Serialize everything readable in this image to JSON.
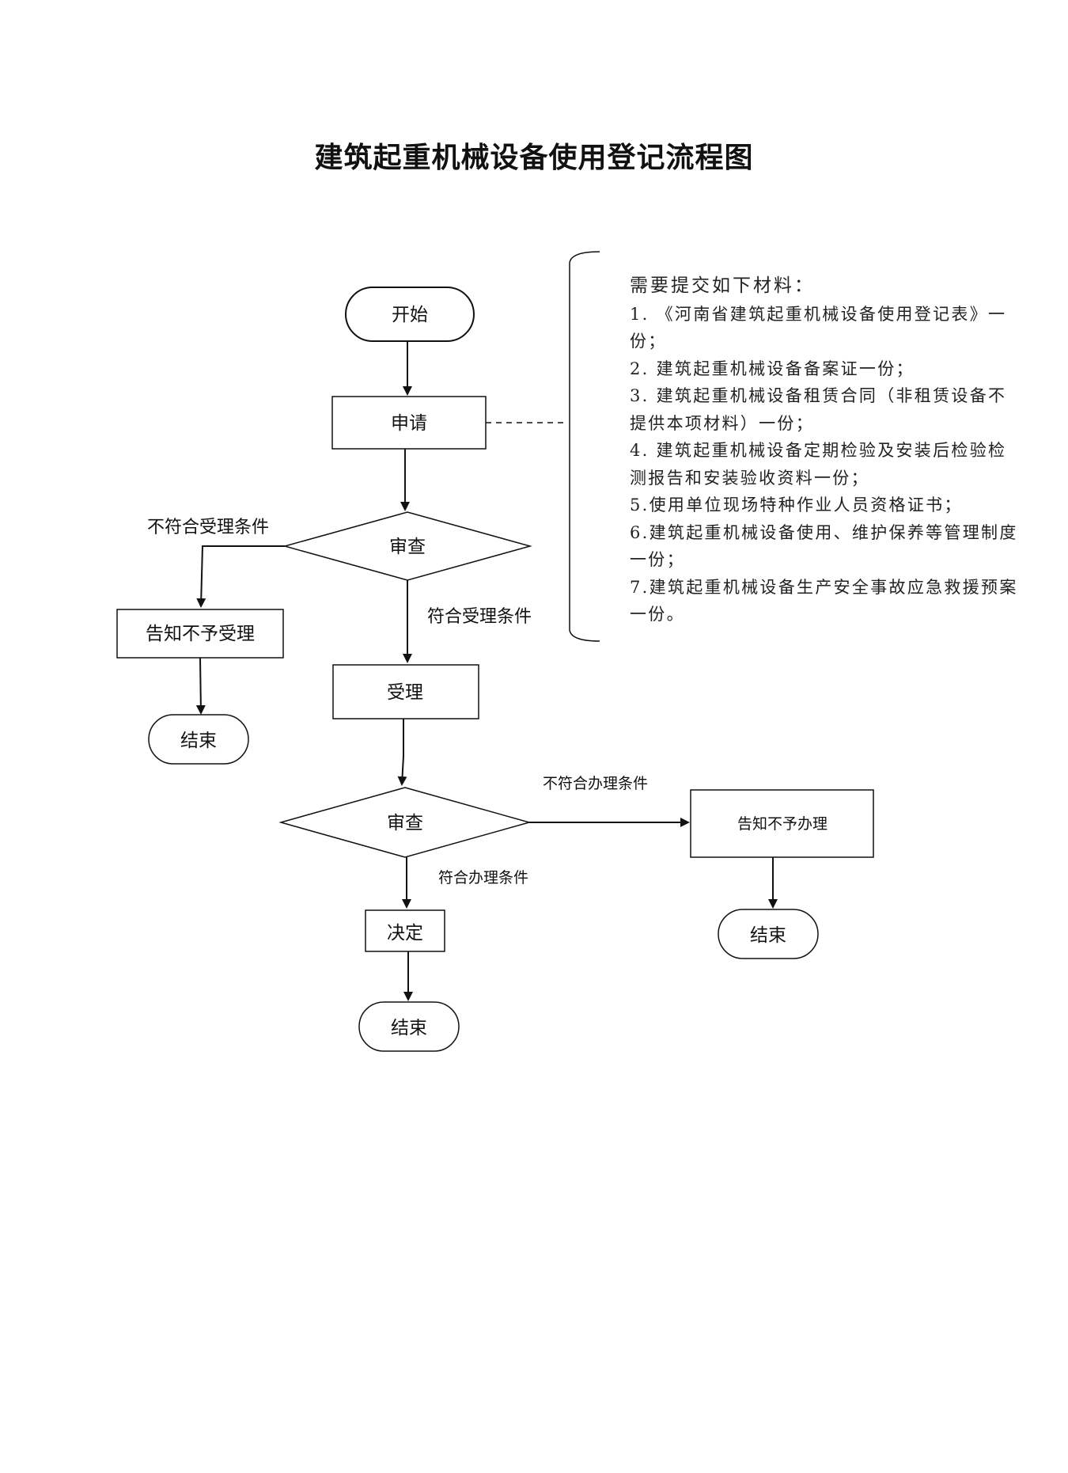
{
  "title": "建筑起重机械设备使用登记流程图",
  "nodes": {
    "start": "开始",
    "apply": "申请",
    "review1": "审查",
    "reject1": "告知不予受理",
    "end1": "结束",
    "accept": "受理",
    "review2": "审查",
    "reject2": "告知不予办理",
    "end2": "结束",
    "decide": "决定",
    "end3": "结束"
  },
  "edges": {
    "review1_fail": "不符合受理条件",
    "review1_pass": "符合受理条件",
    "review2_fail": "不符合办理条件",
    "review2_pass": "符合办理条件"
  },
  "materials": {
    "heading": "需要提交如下材料：",
    "items": [
      "1. 《河南省建筑起重机械设备使用登记表》一份；",
      "2. 建筑起重机械设备备案证一份；",
      "3. 建筑起重机械设备租赁合同（非租赁设备不提供本项材料）一份；",
      "4. 建筑起重机械设备定期检验及安装后检验检测报告和安装验收资料一份；",
      "5.使用单位现场特种作业人员资格证书；",
      "6.建筑起重机械设备使用、维护保养等管理制度一份；",
      "7.建筑起重机械设备生产安全事故应急救援预案一份。"
    ]
  }
}
